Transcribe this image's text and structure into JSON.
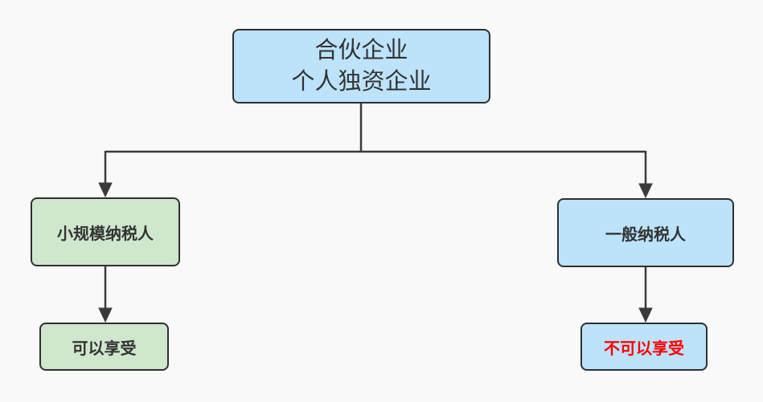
{
  "diagram": {
    "nodes": {
      "root": {
        "lines": [
          "合伙企业",
          "个人独资企业"
        ]
      },
      "branch_left": {
        "label": "小规模纳税人"
      },
      "branch_right": {
        "label": "一般纳税人"
      },
      "result_left": {
        "label": "可以享受"
      },
      "result_right": {
        "label": "不可以享受"
      }
    },
    "colors": {
      "background": "#F9F9F9",
      "blue_fill": "#BDE3FB",
      "green_fill": "#CFE7CD",
      "border": "#2F2F2F",
      "line": "#3A3A3A",
      "text": "#333333",
      "negative_text": "#FF0000"
    }
  }
}
